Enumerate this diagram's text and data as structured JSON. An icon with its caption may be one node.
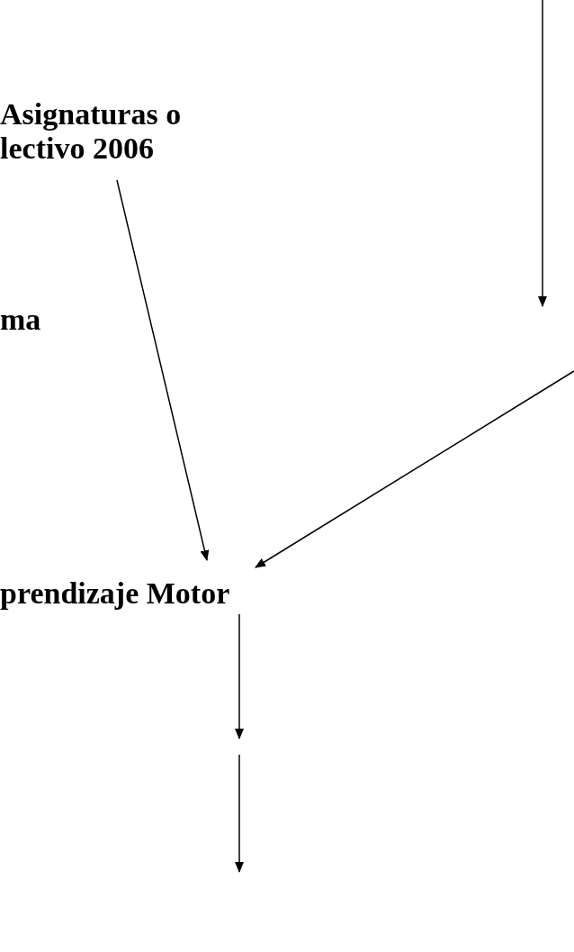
{
  "diagram": {
    "nodes": [
      {
        "text": [
          "Asignaturas o lectivo 2006"
        ]
      },
      {
        "text": [
          "prendizaje Motor"
        ]
      }
    ],
    "edges": [
      {
        "from": 0,
        "to": 1,
        "arrow": "to"
      },
      {
        "from": null,
        "to": 1,
        "arrow": "to"
      },
      {
        "from": 1,
        "to": null,
        "arrow": "to"
      }
    ],
    "labels": [
      "ma"
    ]
  }
}
